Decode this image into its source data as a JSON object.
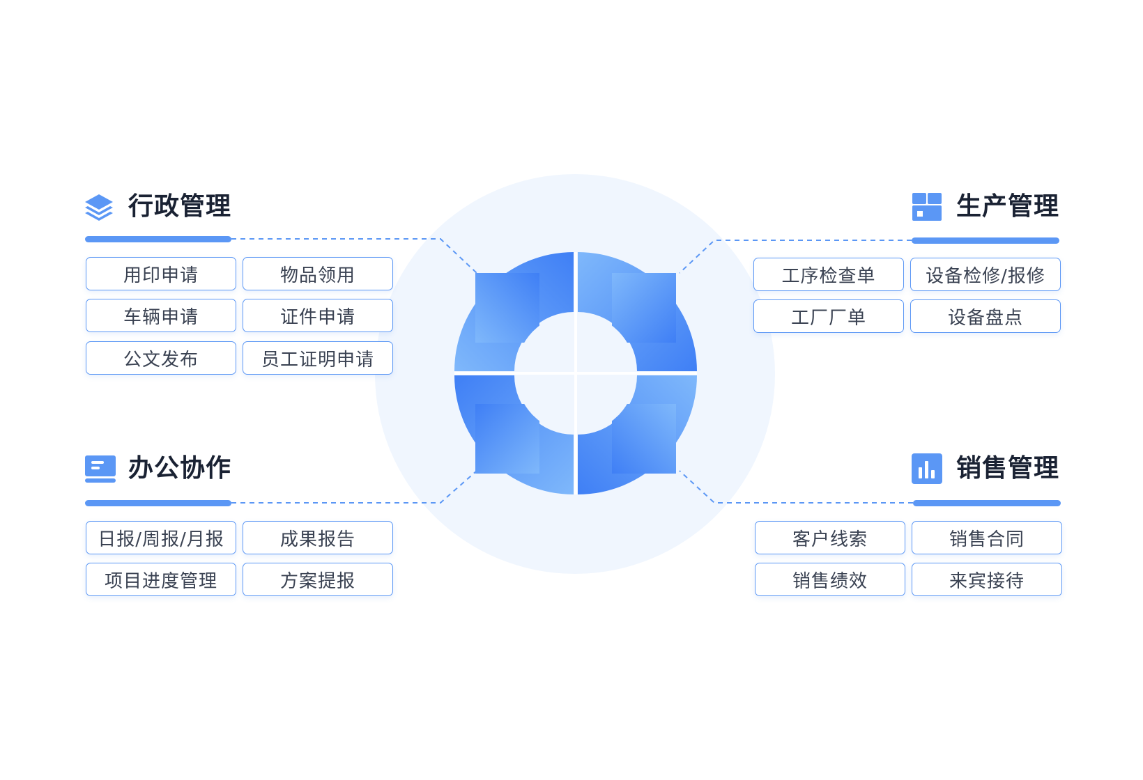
{
  "colors": {
    "accent": "#5b97f5",
    "halo": "#f0f6fe",
    "title_text": "#1a2233",
    "tag_text": "#3a4252",
    "segment_light": "#7fb8fb",
    "segment_dark": "#3f7ff5"
  },
  "groups": {
    "admin": {
      "title": "行政管理",
      "icon": "layers-icon",
      "items": [
        "用印申请",
        "物品领用",
        "车辆申请",
        "证件申请",
        "公文发布",
        "员工证明申请"
      ]
    },
    "production": {
      "title": "生产管理",
      "icon": "box-icon",
      "items": [
        "工序检查单",
        "设备检修/报修",
        "工厂厂单",
        "设备盘点"
      ]
    },
    "office": {
      "title": "办公协作",
      "icon": "document-icon",
      "items": [
        "日报/周报/月报",
        "成果报告",
        "项目进度管理",
        "方案提报"
      ]
    },
    "sales": {
      "title": "销售管理",
      "icon": "bar-chart-icon",
      "items": [
        "客户线索",
        "销售合同",
        "销售绩效",
        "来宾接待"
      ]
    }
  }
}
